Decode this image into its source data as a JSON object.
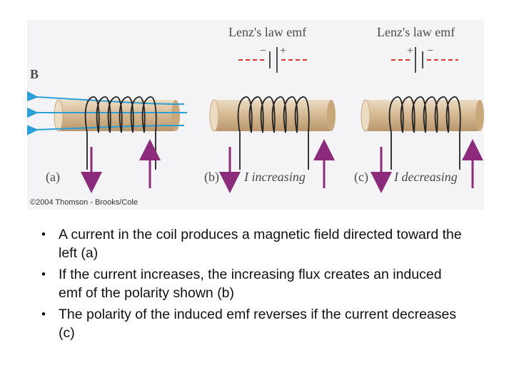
{
  "figure": {
    "panel_b_label": "B",
    "emf_label_b": "Lenz's law emf",
    "emf_label_c": "Lenz's law emf",
    "emf_sign_b_left": "−",
    "emf_sign_b_right": "+",
    "emf_sign_c_left": "+",
    "emf_sign_c_right": "−",
    "label_a": "(a)",
    "label_b": "(b)",
    "label_c": "(c)",
    "label_b_text": "I increasing",
    "label_c_text": "I decreasing",
    "copyright": "©2004 Thomson - Brooks/Cole"
  },
  "bullets": [
    "A current in the coil produces a magnetic field directed toward the left (a)",
    "If the current increases, the increasing flux creates an induced emf of the polarity shown (b)",
    "The polarity of the induced emf reverses if the current decreases (c)"
  ],
  "bullet_symbol": "•",
  "colors": {
    "rod": "#d8bc96",
    "field_lines": "#2a9fd8",
    "current_arrows": "#8c2a7c",
    "emf_dashes": "#d8342a"
  }
}
